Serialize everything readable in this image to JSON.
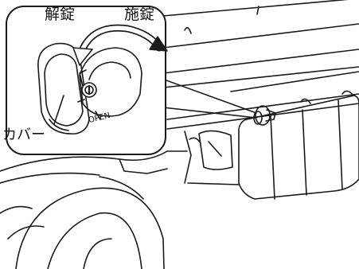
{
  "labels": {
    "unlock": "解錠",
    "lock": "施錠",
    "cover": "カバー",
    "open": "OPEN"
  },
  "colors": {
    "line": "#1a1a1a",
    "background": "#ffffff"
  },
  "icons": {
    "rotation_arrow": "curved-double-arrow-icon",
    "keyhole": "keyhole-icon"
  }
}
